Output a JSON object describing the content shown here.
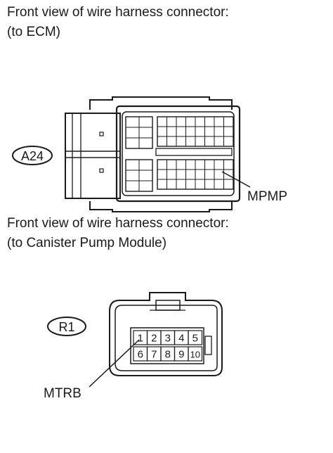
{
  "connector_ecm": {
    "caption_line1": "Front view of wire harness connector:",
    "caption_line2": "(to ECM)",
    "code": "A24",
    "pin_label": "MPMP"
  },
  "connector_pump": {
    "caption_line1": "Front view of wire harness connector:",
    "caption_line2": "(to Canister Pump Module)",
    "code": "R1",
    "pin_label": "MTRB",
    "pins_top": [
      "1",
      "2",
      "3",
      "4",
      "5"
    ],
    "pins_bottom": [
      "6",
      "7",
      "8",
      "9",
      "10"
    ]
  }
}
